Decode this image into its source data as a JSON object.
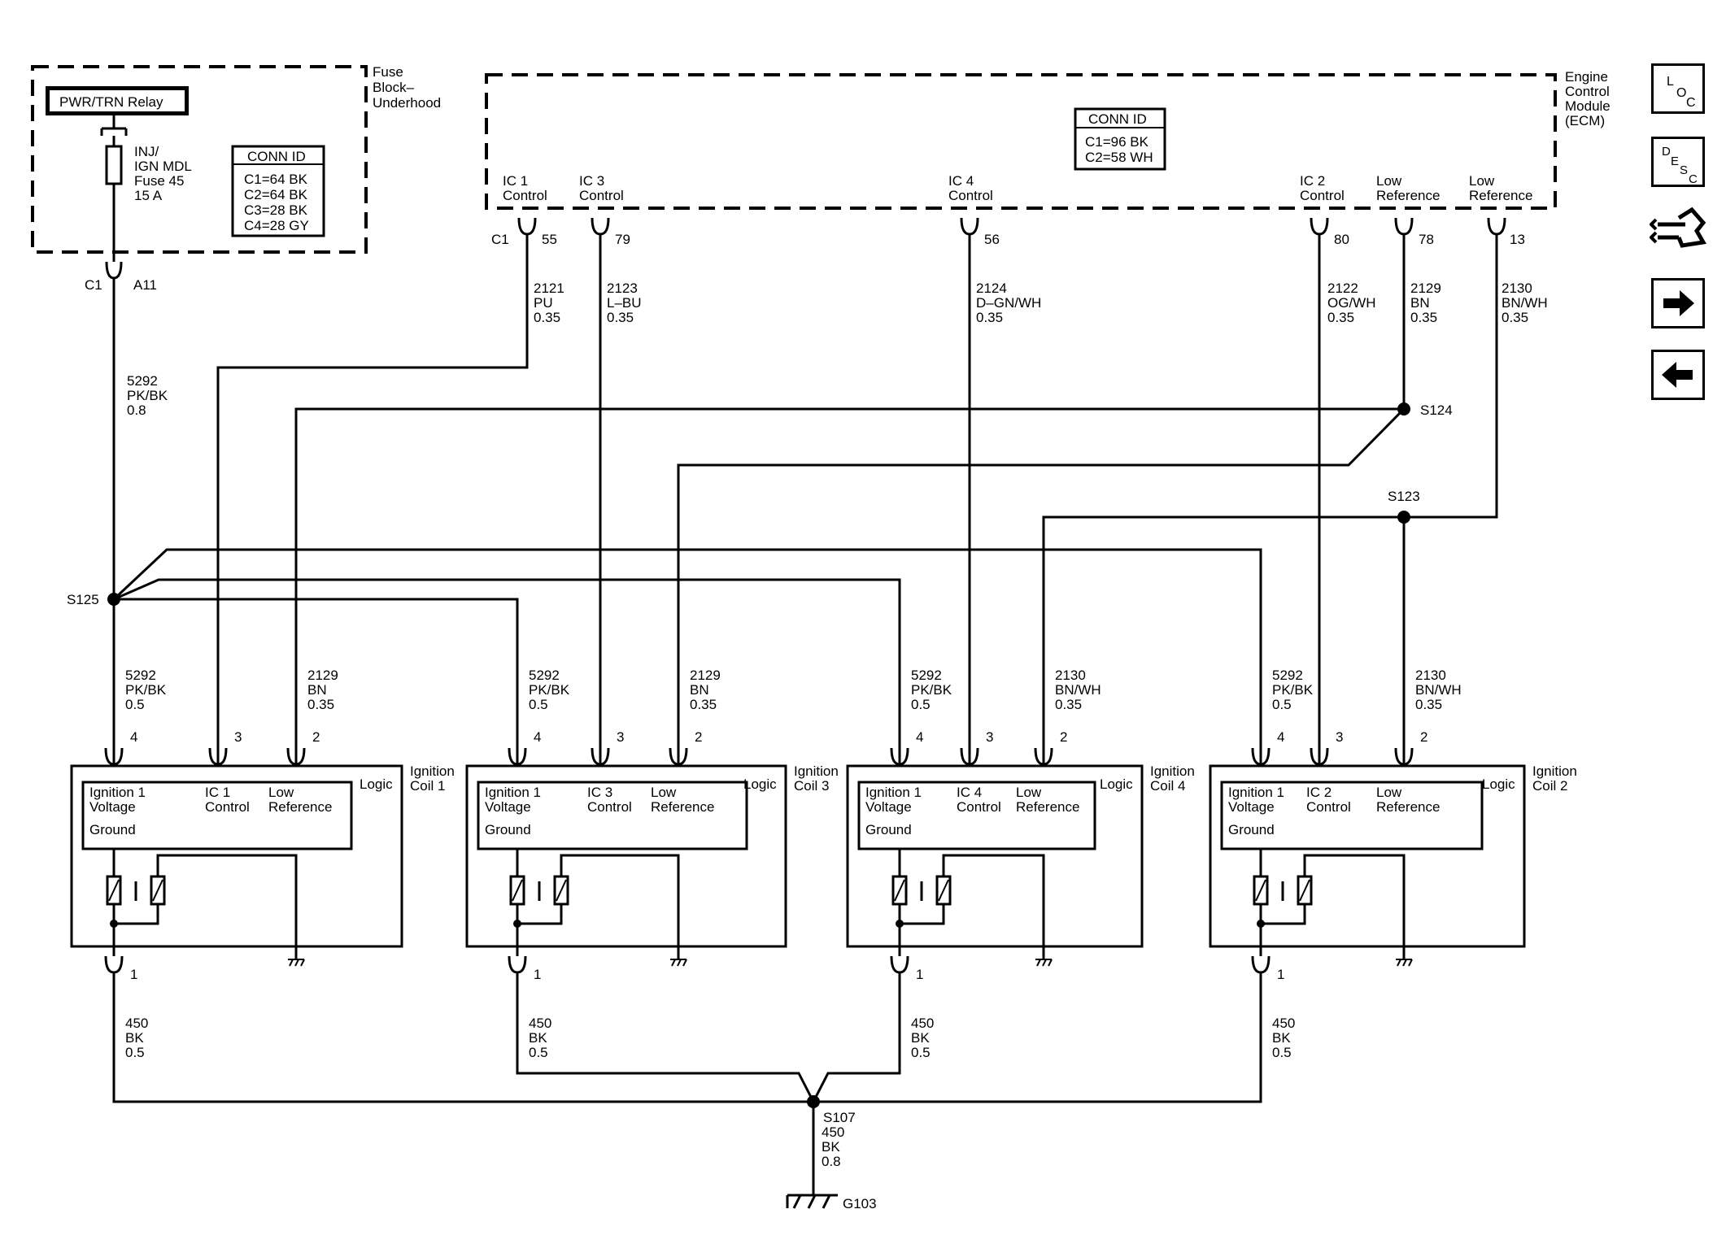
{
  "fuse_block": {
    "title": [
      "Fuse",
      "Block–",
      "Underhood"
    ],
    "relay": "PWR/TRN Relay",
    "fuse": [
      "INJ/",
      "IGN MDL",
      "Fuse 45",
      "15 A"
    ],
    "conn_id": {
      "title": "CONN ID",
      "rows": [
        "C1=64 BK",
        "C2=64 BK",
        "C3=28 BK",
        "C4=28 GY"
      ]
    },
    "connector": "C1",
    "pin": "A11"
  },
  "ecm": {
    "title": [
      "Engine",
      "Control",
      "Module",
      "(ECM)"
    ],
    "conn_id": {
      "title": "CONN ID",
      "rows": [
        "C1=96 BK",
        "C2=58 WH"
      ]
    },
    "connector": "C1",
    "pins": [
      {
        "label": [
          "IC 1",
          "Control"
        ],
        "pin": "55"
      },
      {
        "label": [
          "IC 3",
          "Control"
        ],
        "pin": "79"
      },
      {
        "label": [
          "IC 4",
          "Control"
        ],
        "pin": "56"
      },
      {
        "label": [
          "IC 2",
          "Control"
        ],
        "pin": "80"
      },
      {
        "label": [
          "Low",
          "Reference"
        ],
        "pin": "78"
      },
      {
        "label": [
          "Low",
          "Reference"
        ],
        "pin": "13"
      }
    ]
  },
  "circuits": {
    "feed": [
      "5292",
      "PK/BK",
      "0.8"
    ],
    "ic1": [
      "2121",
      "PU",
      "0.35"
    ],
    "ic3": [
      "2123",
      "L–BU",
      "0.35"
    ],
    "ic4": [
      "2124",
      "D–GN/WH",
      "0.35"
    ],
    "ic2": [
      "2122",
      "OG/WH",
      "0.35"
    ],
    "lowref_a": [
      "2129",
      "BN",
      "0.35"
    ],
    "lowref_b": [
      "2130",
      "BN/WH",
      "0.35"
    ],
    "ground_out": [
      "450",
      "BK",
      "0.8"
    ]
  },
  "splices": {
    "s124": "S124",
    "s123": "S123",
    "s125": "S125",
    "s107": "S107"
  },
  "ground": "G103",
  "coils": [
    {
      "name": [
        "Ignition",
        "Coil 1"
      ],
      "logic": "Logic",
      "pins": [
        "4",
        "3",
        "2",
        "1"
      ],
      "wires": [
        [
          "5292",
          "PK/BK",
          "0.5"
        ],
        [
          "2129",
          "BN",
          "0.35"
        ],
        [
          "450",
          "BK",
          "0.5"
        ]
      ],
      "inner": [
        [
          "Ignition 1",
          "Voltage"
        ],
        [
          "IC 1",
          "Control"
        ],
        [
          "Low",
          "Reference"
        ],
        "Ground"
      ]
    },
    {
      "name": [
        "Ignition",
        "Coil 3"
      ],
      "logic": "Logic",
      "pins": [
        "4",
        "3",
        "2",
        "1"
      ],
      "wires": [
        [
          "5292",
          "PK/BK",
          "0.5"
        ],
        [
          "2129",
          "BN",
          "0.35"
        ],
        [
          "450",
          "BK",
          "0.5"
        ]
      ],
      "inner": [
        [
          "Ignition 1",
          "Voltage"
        ],
        [
          "IC 3",
          "Control"
        ],
        [
          "Low",
          "Reference"
        ],
        "Ground"
      ]
    },
    {
      "name": [
        "Ignition",
        "Coil 4"
      ],
      "logic": "Logic",
      "pins": [
        "4",
        "3",
        "2",
        "1"
      ],
      "wires": [
        [
          "5292",
          "PK/BK",
          "0.5"
        ],
        [
          "2130",
          "BN/WH",
          "0.35"
        ],
        [
          "450",
          "BK",
          "0.5"
        ]
      ],
      "inner": [
        [
          "Ignition 1",
          "Voltage"
        ],
        [
          "IC 4",
          "Control"
        ],
        [
          "Low",
          "Reference"
        ],
        "Ground"
      ]
    },
    {
      "name": [
        "Ignition",
        "Coil 2"
      ],
      "logic": "Logic",
      "pins": [
        "4",
        "3",
        "2",
        "1"
      ],
      "wires": [
        [
          "5292",
          "PK/BK",
          "0.5"
        ],
        [
          "2130",
          "BN/WH",
          "0.35"
        ],
        [
          "450",
          "BK",
          "0.5"
        ]
      ],
      "inner": [
        [
          "Ignition 1",
          "Voltage"
        ],
        [
          "IC 2",
          "Control"
        ],
        [
          "Low",
          "Reference"
        ],
        "Ground"
      ]
    }
  ],
  "nav": {
    "loc": [
      "L",
      "O",
      "C"
    ],
    "desc": [
      "D",
      "E",
      "S",
      "C"
    ]
  }
}
